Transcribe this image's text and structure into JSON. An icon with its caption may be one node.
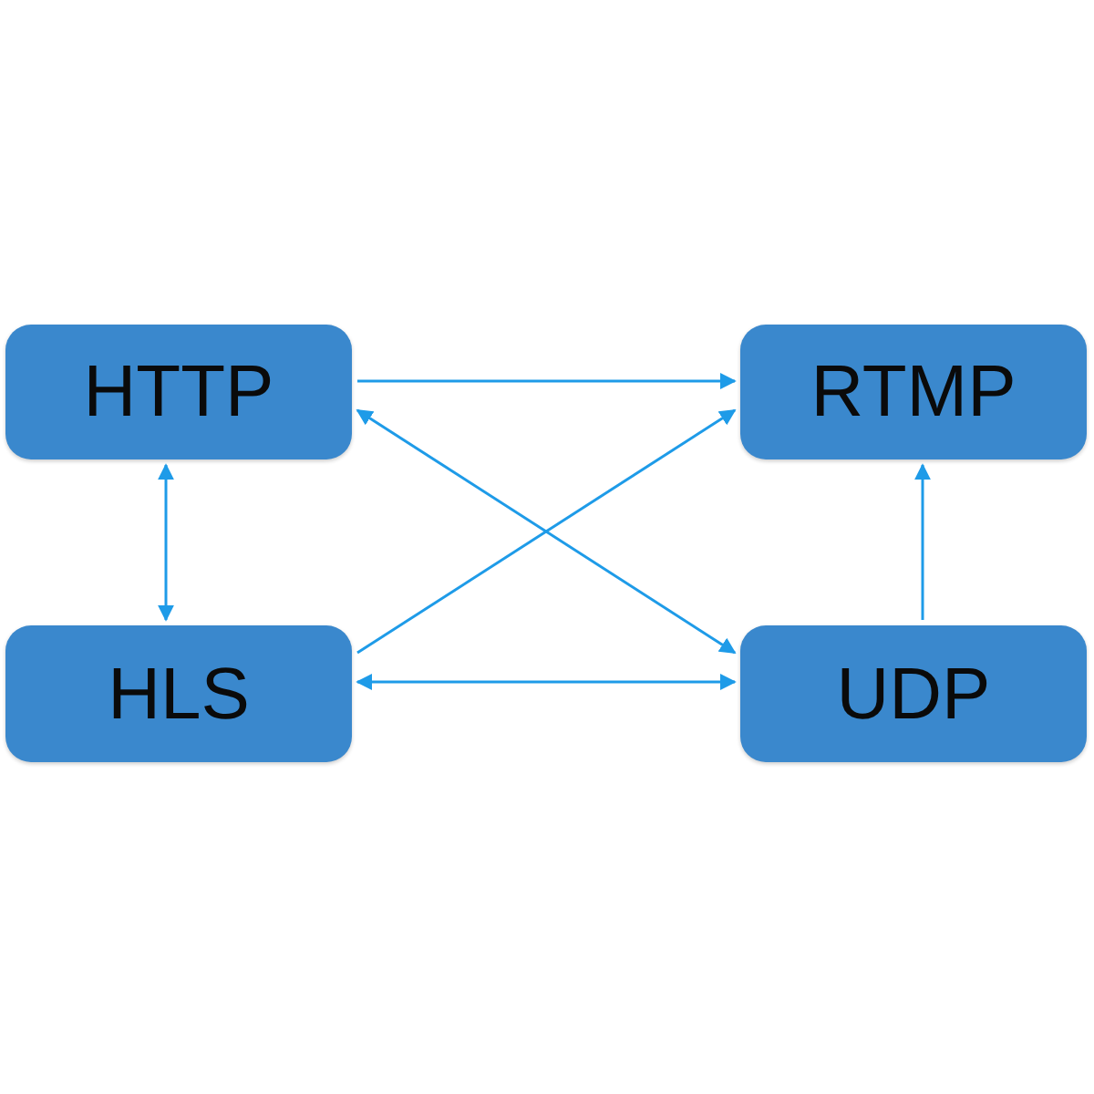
{
  "diagram": {
    "nodes": [
      {
        "text": [
          "HTTP"
        ]
      },
      {
        "text": [
          "RTMP"
        ]
      },
      {
        "text": [
          "HLS"
        ]
      },
      {
        "text": [
          "UDP"
        ]
      }
    ],
    "edges": [
      {
        "from": 0,
        "to": 1,
        "arrow": "to"
      },
      {
        "from": 0,
        "to": 3,
        "arrow": "both"
      },
      {
        "from": 2,
        "to": 1,
        "arrow": "to"
      },
      {
        "from": 2,
        "to": 3,
        "arrow": "both"
      },
      {
        "from": 0,
        "to": 2,
        "arrow": "both"
      },
      {
        "from": 3,
        "to": 1,
        "arrow": "to"
      }
    ]
  }
}
